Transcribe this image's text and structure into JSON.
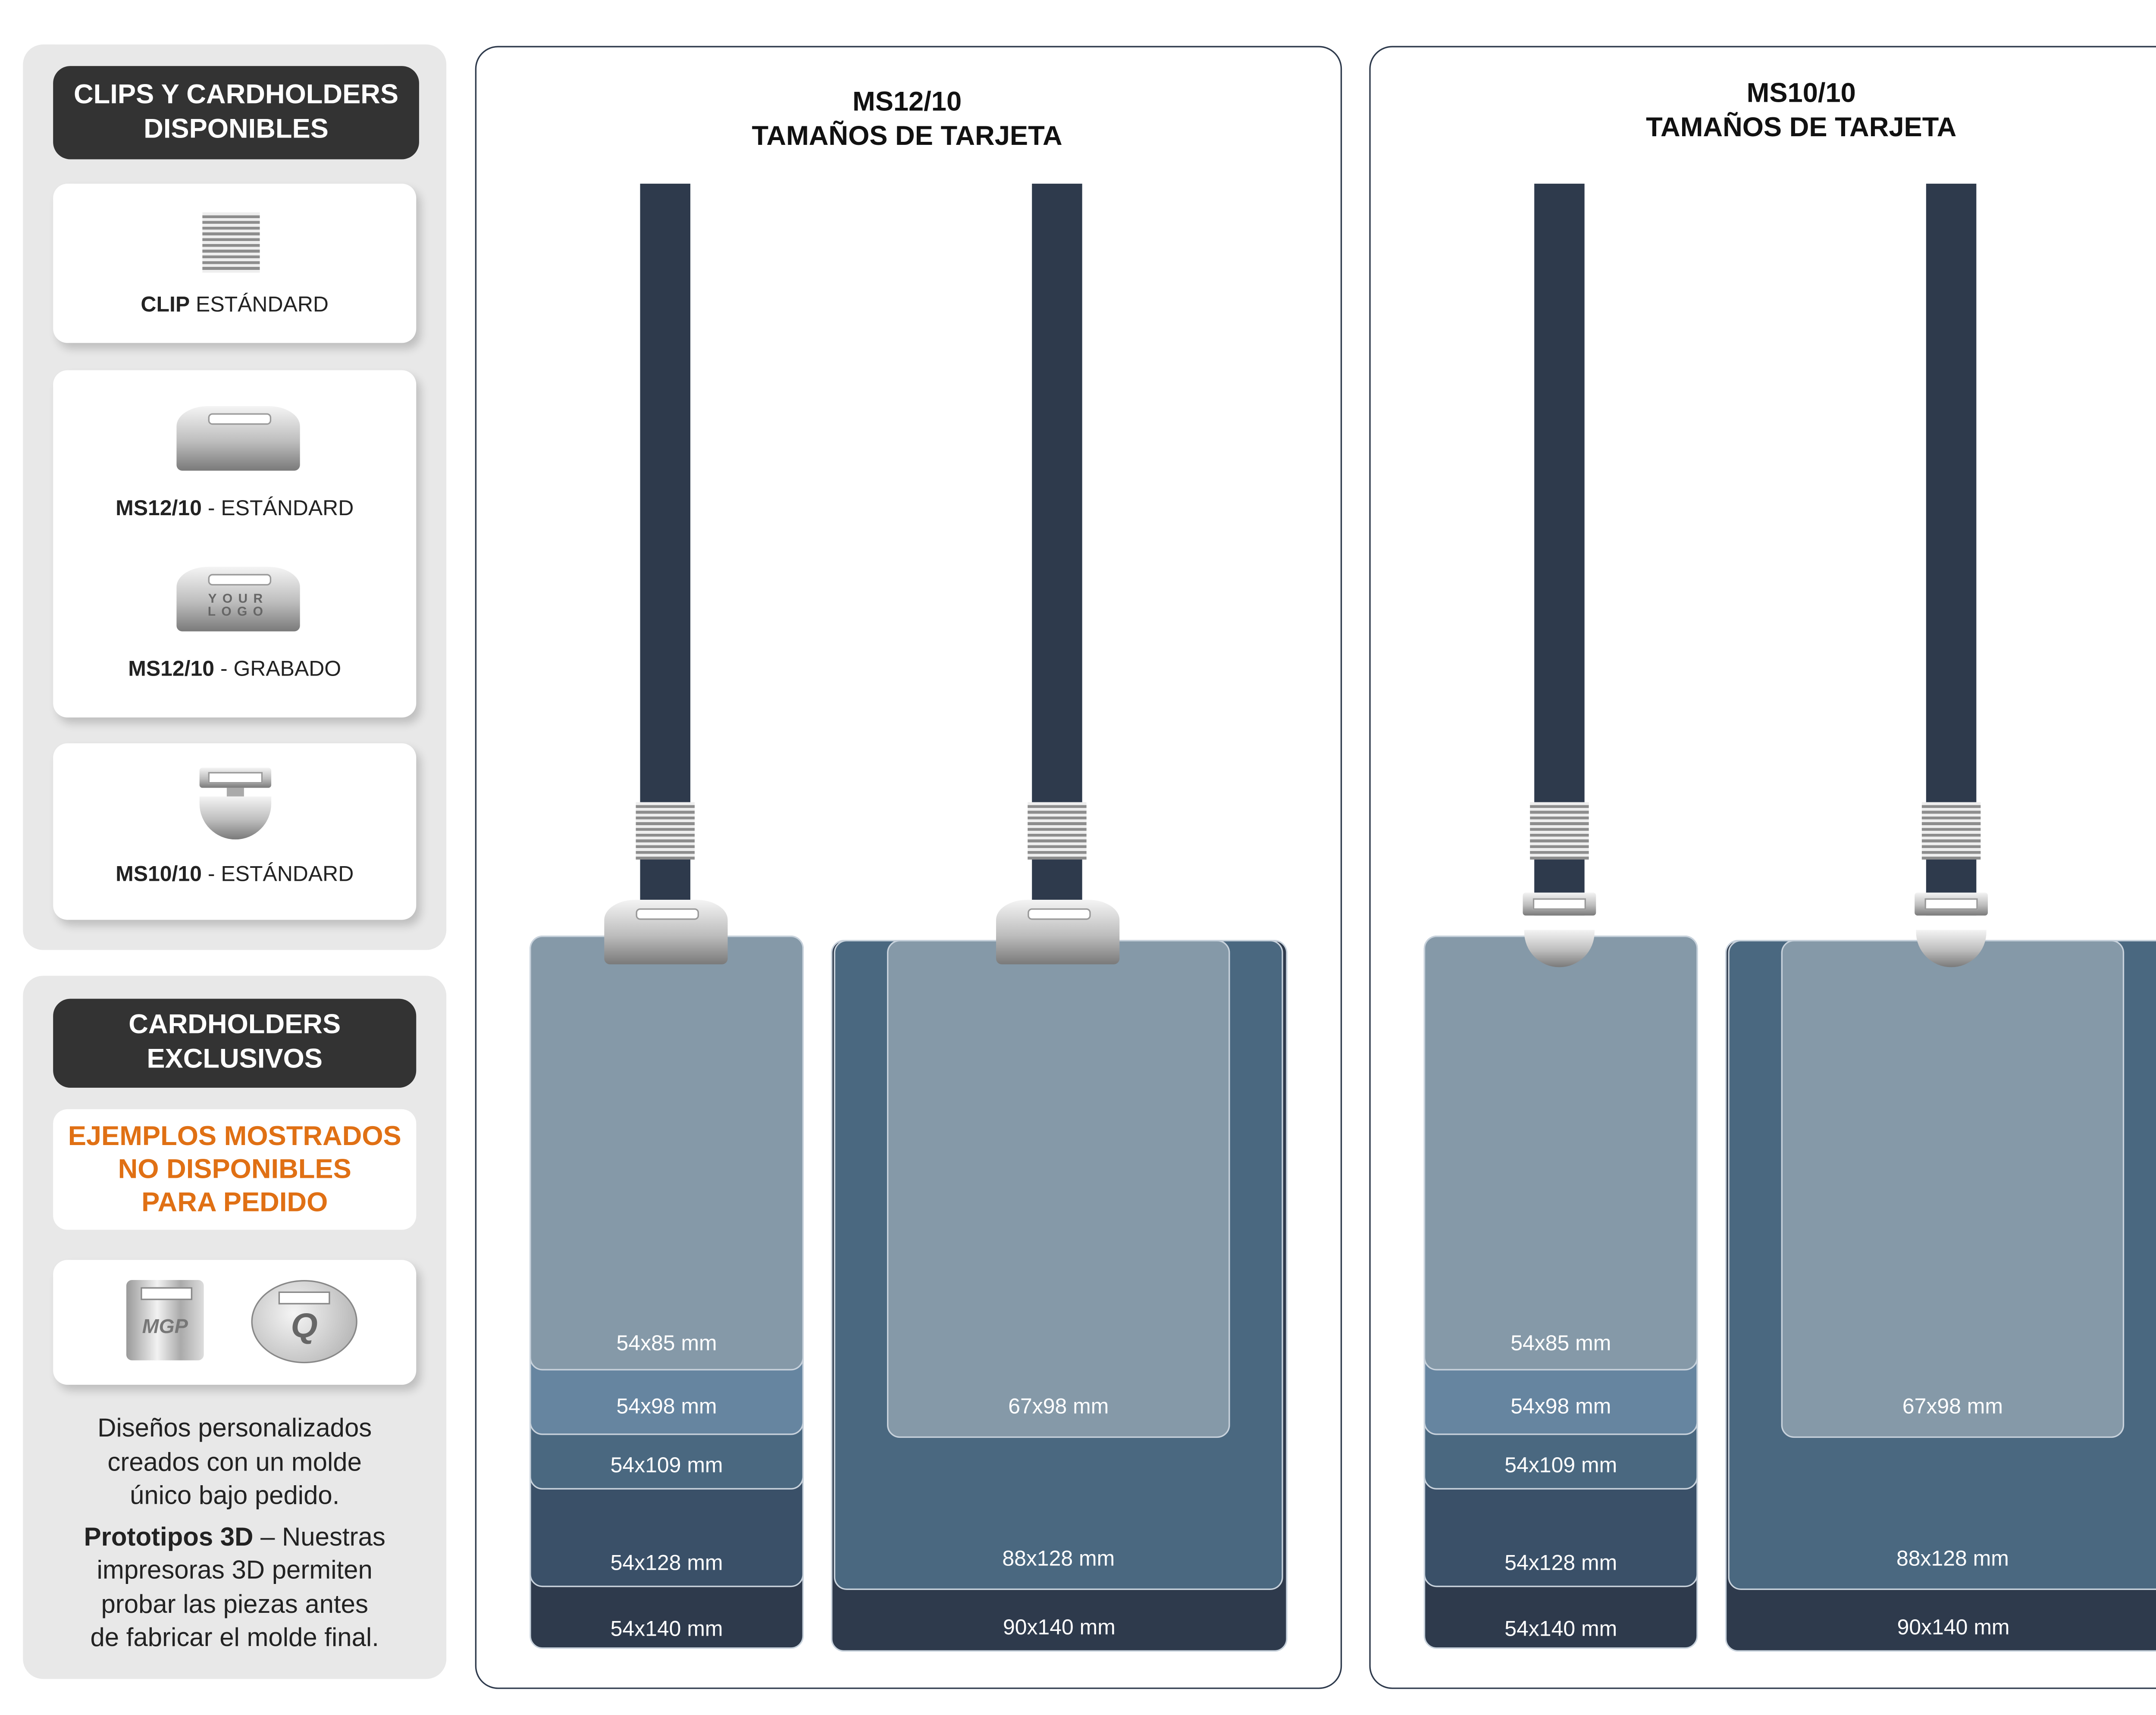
{
  "sidebar": {
    "available": {
      "title_line1": "CLIPS Y CARDHOLDERS",
      "title_line2": "DISPONIBLES",
      "items": [
        {
          "bold": "CLIP",
          "rest": " ESTÁNDARD",
          "icon": "coil-clip-icon"
        },
        {
          "bold": "MS12/10",
          "rest": " -  ESTÁNDARD",
          "icon": "ms12-clip-icon"
        },
        {
          "bold": "MS12/10",
          "rest": " - GRABADO",
          "icon": "ms12-engraved-clip-icon",
          "engraving_line1": "YOUR",
          "engraving_line2": "LOGO"
        },
        {
          "bold": "MS10/10",
          "rest": " -  ESTÁNDARD",
          "icon": "ms10-clip-icon"
        }
      ]
    },
    "exclusive": {
      "title_line1": "CARDHOLDERS",
      "title_line2": "EXCLUSIVOS",
      "notice_line1": "EJEMPLOS MOSTRADOS",
      "notice_line2": "NO  DISPONIBLES",
      "notice_line3": "PARA PEDIDO",
      "notice_color": "#e07014",
      "logos": [
        "MGP",
        "Q"
      ],
      "desc_lines": [
        "Diseños personalizados",
        "creados con un molde",
        "único bajo pedido."
      ],
      "proto_bold": "Prototipos 3D",
      "proto_rest": " – Nuestras",
      "proto_lines": [
        "impresoras 3D permiten",
        "probar las piezas antes",
        "de fabricar el molde final."
      ]
    }
  },
  "panels": [
    {
      "model": "MS12/10",
      "subtitle": "TAMAÑOS DE TARJETA",
      "narrow": [
        "54x85 mm",
        "54x98 mm",
        "54x109 mm",
        "54x128 mm",
        "54x140 mm"
      ],
      "wide": [
        "67x98 mm",
        "88x128 mm",
        "90x140 mm"
      ]
    },
    {
      "model": "MS10/10",
      "subtitle": "TAMAÑOS DE TARJETA",
      "narrow": [
        "54x85 mm",
        "54x98 mm",
        "54x109 mm",
        "54x128 mm",
        "54x140 mm"
      ],
      "wide": [
        "67x98 mm",
        "88x128 mm",
        "90x140 mm"
      ]
    }
  ],
  "colors": {
    "strap": "#2e3a4c",
    "size1": "#8599a8",
    "size2": "#6685a0",
    "size3": "#4a6880",
    "size4": "#3a5068",
    "size5": "#2e3a4c",
    "header": "#333333",
    "panel_bg": "#e8e8e8"
  }
}
